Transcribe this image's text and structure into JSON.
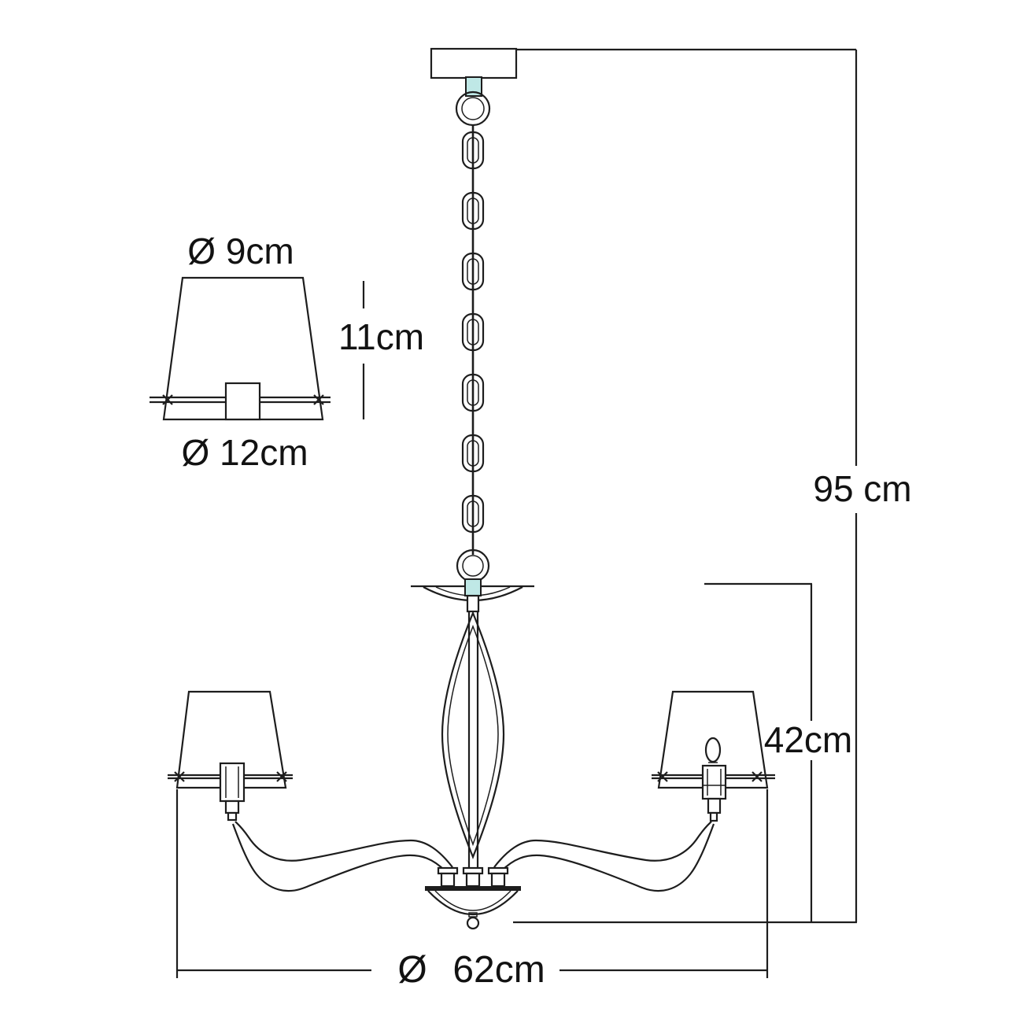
{
  "diagram_title": "chandelier-dimension-drawing",
  "detail_drawing": {
    "top_diameter_label": "Ø 9cm",
    "height_label": "11cm",
    "bottom_diameter_label": "Ø 12cm"
  },
  "dimensions": {
    "overall_height_label": "95 cm",
    "body_height_label": "42cm",
    "diameter_symbol": "Ø",
    "diameter_value_label": "62cm"
  },
  "structure": {
    "chain_link_count": 7,
    "arm_count_visible": 2
  },
  "colors": {
    "line": "#1d1d1d",
    "accent": "#bfe8e6",
    "background": "#ffffff"
  }
}
